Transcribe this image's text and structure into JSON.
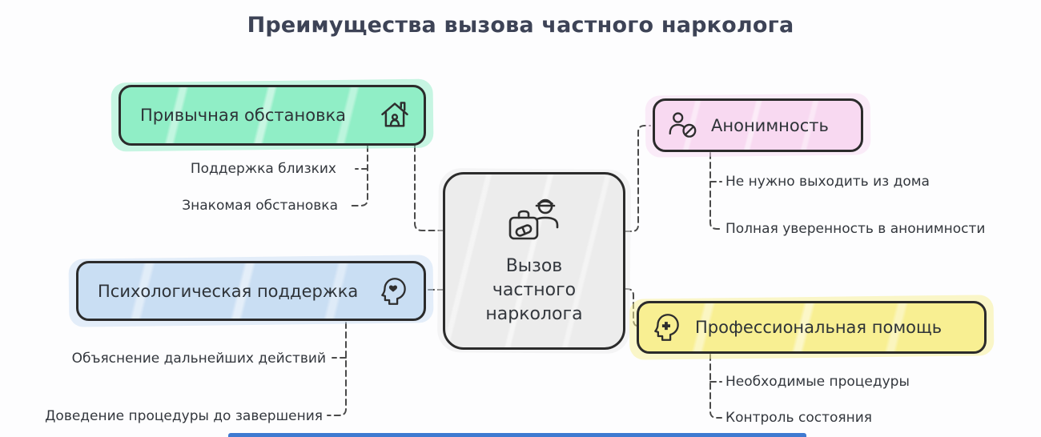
{
  "title": "Преимущества вызова частного нарколога",
  "palette": {
    "background": "#fdfdfe",
    "title": "#3d4356",
    "box_border": "#2b2b2b",
    "connector": "#4a4a4a",
    "text": "#33373d",
    "cropped_bottom_bar": "#3f7ad1"
  },
  "center": {
    "icon": "doctor-briefcase-icon",
    "fill": "#ececec",
    "lines": [
      "Вызов",
      "частного",
      "нарколога"
    ]
  },
  "branches": [
    {
      "id": "habitual-environment",
      "label": "Привычная обстановка",
      "icon": "house-icon",
      "fill": "#90eec6",
      "children": [
        "Поддержка близких",
        "Знакомая обстановка"
      ]
    },
    {
      "id": "psychological-support",
      "label": "Психологическая поддержка",
      "icon": "head-heart-icon",
      "fill": "#c9def3",
      "children": [
        "Объяснение дальнейших действий",
        "Доведение процедуры до завершения"
      ]
    },
    {
      "id": "anonymity",
      "label": "Анонимность",
      "icon": "anonymous-person-icon",
      "fill": "#f8d9f1",
      "children": [
        "Не нужно выходить из дома",
        "Полная уверенность в анонимности"
      ]
    },
    {
      "id": "professional-help",
      "label": "Профессиональная помощь",
      "icon": "head-cross-icon",
      "fill": "#f8ef92",
      "children": [
        "Необходимые процедуры",
        "Контроль состояния"
      ]
    }
  ]
}
